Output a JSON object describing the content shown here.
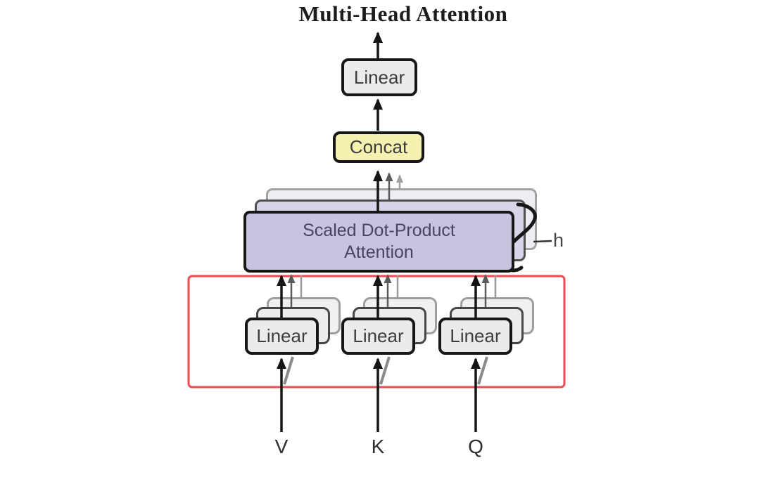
{
  "title": "Multi-Head Attention",
  "nodes": {
    "linear_out": {
      "label": "Linear"
    },
    "concat": {
      "label": "Concat"
    },
    "attention": {
      "line1": "Scaled Dot-Product",
      "line2": "Attention"
    },
    "linear_v": {
      "label": "Linear"
    },
    "linear_k": {
      "label": "Linear"
    },
    "linear_q": {
      "label": "Linear"
    }
  },
  "inputs": {
    "v": "V",
    "k": "K",
    "q": "Q"
  },
  "annotations": {
    "head_count": "h"
  },
  "colors": {
    "highlight_red": "#ef4953",
    "attention_fill": "#c9c3df",
    "concat_fill": "#f5f1b0",
    "linear_fill": "#ebebeb",
    "border": "#171717",
    "background": "#ffffff"
  }
}
